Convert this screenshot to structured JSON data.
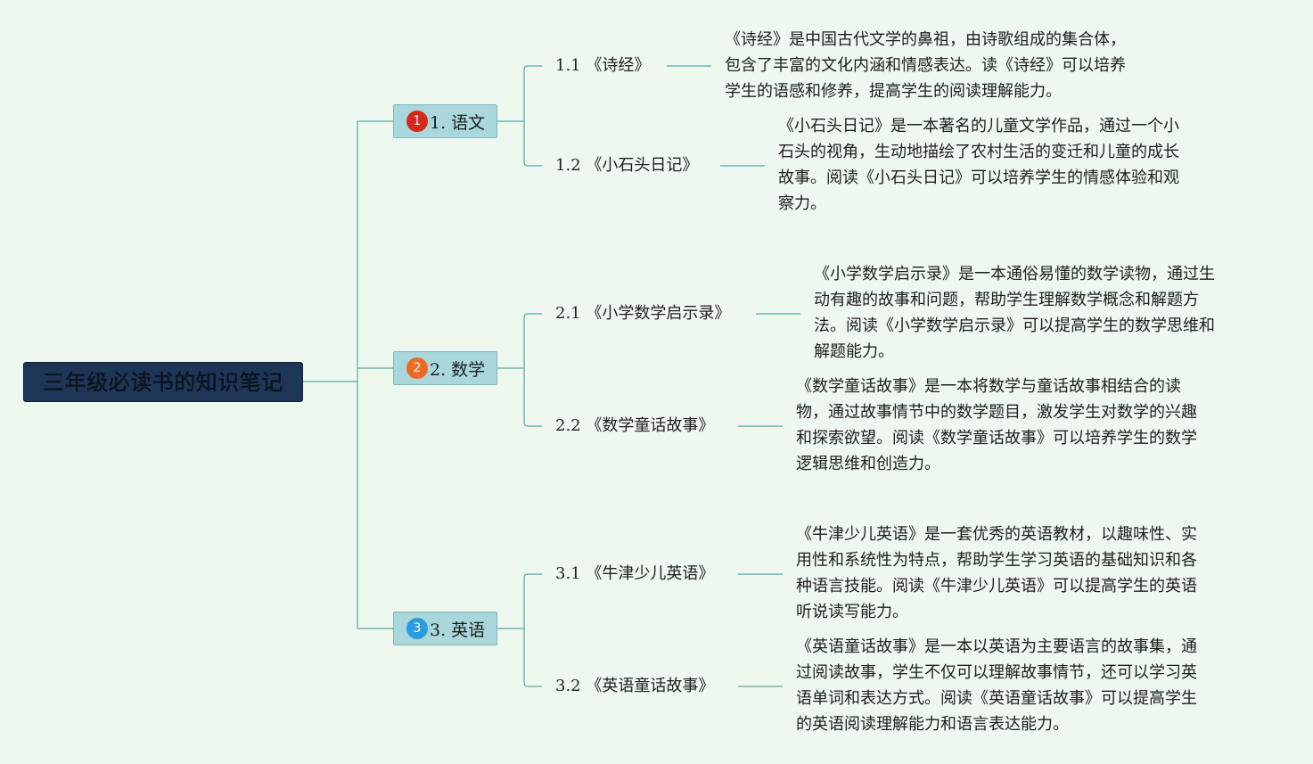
{
  "title": "三年级必读书的知识笔记",
  "colors": {
    "background": "#eff8ee",
    "root_fill": "#1d3557",
    "branch_fill": "#a9d7dc",
    "connector": "#5aa6a6",
    "badge_1": "#d42a1c",
    "badge_2": "#ec6a24",
    "badge_3": "#2a9be0"
  },
  "branches": [
    {
      "badge": "1",
      "label": "1. 语文",
      "topics": [
        {
          "label": "1.1 《诗经》",
          "description": [
            "《诗经》是中国古代文学的鼻祖，由诗歌组成的集合体，",
            "包含了丰富的文化内涵和情感表达。读《诗经》可以培养",
            "学生的语感和修养，提高学生的阅读理解能力。"
          ]
        },
        {
          "label": "1.2 《小石头日记》",
          "description": [
            "《小石头日记》是一本著名的儿童文学作品，通过一个小",
            "石头的视角，生动地描绘了农村生活的变迁和儿童的成长",
            "故事。阅读《小石头日记》可以培养学生的情感体验和观",
            "察力。"
          ]
        }
      ]
    },
    {
      "badge": "2",
      "label": "2. 数学",
      "topics": [
        {
          "label": "2.1 《小学数学启示录》",
          "description": [
            "《小学数学启示录》是一本通俗易懂的数学读物，通过生",
            "动有趣的故事和问题，帮助学生理解数学概念和解题方",
            "法。阅读《小学数学启示录》可以提高学生的数学思维和",
            "解题能力。"
          ]
        },
        {
          "label": "2.2 《数学童话故事》",
          "description": [
            "《数学童话故事》是一本将数学与童话故事相结合的读",
            "物，通过故事情节中的数学题目，激发学生对数学的兴趣",
            "和探索欲望。阅读《数学童话故事》可以培养学生的数学",
            "逻辑思维和创造力。"
          ]
        }
      ]
    },
    {
      "badge": "3",
      "label": "3. 英语",
      "topics": [
        {
          "label": "3.1 《牛津少儿英语》",
          "description": [
            "《牛津少儿英语》是一套优秀的英语教材，以趣味性、实",
            "用性和系统性为特点，帮助学生学习英语的基础知识和各",
            "种语言技能。阅读《牛津少儿英语》可以提高学生的英语",
            "听说读写能力。"
          ]
        },
        {
          "label": "3.2 《英语童话故事》",
          "description": [
            "《英语童话故事》是一本以英语为主要语言的故事集，通",
            "过阅读故事，学生不仅可以理解故事情节，还可以学习英",
            "语单词和表达方式。阅读《英语童话故事》可以提高学生",
            "的英语阅读理解能力和语言表达能力。"
          ]
        }
      ]
    }
  ]
}
